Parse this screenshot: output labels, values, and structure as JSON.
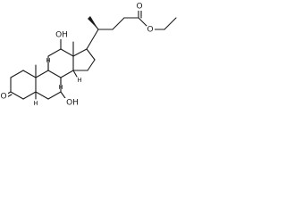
{
  "molecule": {
    "atoms": {
      "oxo_oxygen": "O",
      "hydroxyl_12": "OH",
      "hydroxyl_7": "OH",
      "ester_carbonyl_oxygen": "O",
      "ester_oxygen": "O",
      "hydrogen_5": "H",
      "hydrogen_8": "H",
      "hydrogen_9": "H",
      "hydrogen_14": "H"
    }
  }
}
